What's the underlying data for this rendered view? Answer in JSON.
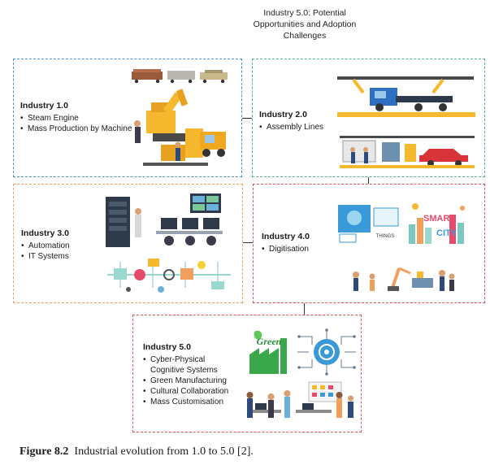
{
  "title_lines": [
    "Industry 5.0: Potential",
    "Opportunities and Adoption",
    "Challenges"
  ],
  "stages": [
    {
      "heading": "Industry 1.0",
      "items": [
        "Steam Engine",
        "Mass Production by Machine"
      ]
    },
    {
      "heading": "Industry 2.0",
      "items": [
        "Assembly Lines"
      ]
    },
    {
      "heading": "Industry 3.0",
      "items": [
        "Automation",
        "IT Systems"
      ]
    },
    {
      "heading": "Industry 4.0",
      "items": [
        "Digitisation"
      ]
    },
    {
      "heading": "Industry 5.0",
      "items": [
        "Cyber-Physical Cognitive Systems",
        "Green Manufacturing",
        "Cultural Collaboration",
        "Mass Customisation"
      ]
    }
  ],
  "illustration_text": {
    "things": "THINGS",
    "smart": "SMART",
    "city": "CITY",
    "green": "Green"
  },
  "caption": {
    "figure": "Figure 8.2",
    "text": "Industrial evolution from 1.0 to 5.0 [2]."
  },
  "colors": {
    "blue": "#4a90d9",
    "green": "#52b488",
    "orange": "#f0a05c",
    "red": "#d9535a",
    "accent_yellow": "#f5b82e"
  }
}
